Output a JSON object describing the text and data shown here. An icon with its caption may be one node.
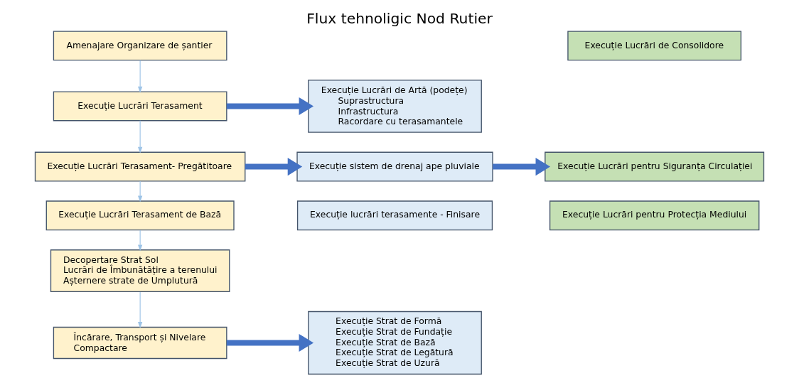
{
  "diagram": {
    "title": "Flux tehnoligic Nod Rutier",
    "nodes": [
      {
        "text": [
          "Amenajare Organizare de șantier"
        ]
      },
      {
        "text": [
          "Execuție Lucrări Terasament"
        ]
      },
      {
        "text": [
          "Execuție Lucrări Terasament- Pregătitoare"
        ]
      },
      {
        "text": [
          "Execuție Lucrări Terasament de Bază"
        ]
      },
      {
        "text": [
          "Decopertare Strat Sol",
          "Lucrări de Îmbunătățire a terenului",
          "Așternere strate de Umplutură"
        ]
      },
      {
        "text": [
          "Încărare, Transport și Nivelare",
          "Compactare"
        ]
      },
      {
        "text": [
          "Execuție Lucrări de Artă (podețe)",
          "Suprastructura",
          "Infrastructura",
          "Racordare cu terasamantele"
        ]
      },
      {
        "text": [
          "Execuție sistem de drenaj ape pluviale"
        ]
      },
      {
        "text": [
          "Execuție lucrări terasamente - Finisare"
        ]
      },
      {
        "text": [
          "Execuție Strat de Formă",
          "Execuție Strat de Fundație",
          "Execuție Strat de Bază",
          "Execuție Strat de Legătură",
          "Execuție Strat de Uzură"
        ]
      },
      {
        "text": [
          "Execuție Lucrări de Consolidore"
        ]
      },
      {
        "text": [
          "Execuție Lucrări pentru Siguranța Circulației"
        ]
      },
      {
        "text": [
          "Execuție Lucrări pentru Protecția Mediului"
        ]
      }
    ],
    "edges": [
      {
        "from": 0,
        "to": 1,
        "arrow": "to"
      },
      {
        "from": 1,
        "to": 2,
        "arrow": "to"
      },
      {
        "from": 2,
        "to": 3,
        "arrow": "to"
      },
      {
        "from": 3,
        "to": 4,
        "arrow": "to"
      },
      {
        "from": 4,
        "to": 5,
        "arrow": "to"
      },
      {
        "from": 1,
        "to": 6,
        "arrow": "to",
        "style": "thick",
        "color": "#4472c4"
      },
      {
        "from": 2,
        "to": 7,
        "arrow": "to",
        "style": "thick",
        "color": "#4472c4"
      },
      {
        "from": 5,
        "to": 9,
        "arrow": "to",
        "style": "thick",
        "color": "#4472c4"
      },
      {
        "from": 7,
        "to": 11,
        "arrow": "to",
        "style": "thick",
        "color": "#4472c4"
      }
    ]
  }
}
